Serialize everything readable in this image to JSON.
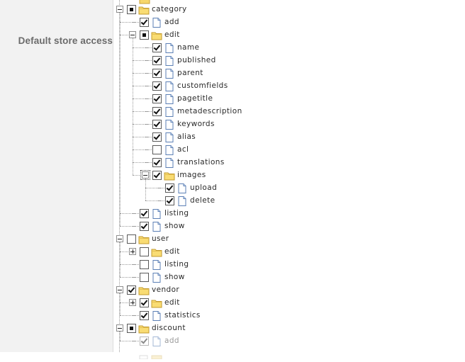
{
  "sidebar": {
    "label": "Default store access"
  },
  "tree": [
    {
      "label": "category",
      "type": "folder",
      "level": 0,
      "state": "partial",
      "expander": "minus"
    },
    {
      "label": "add",
      "type": "file",
      "level": 1,
      "state": "checked"
    },
    {
      "label": "edit",
      "type": "folder",
      "level": 1,
      "state": "partial",
      "expander": "minus"
    },
    {
      "label": "name",
      "type": "file",
      "level": 2,
      "state": "checked"
    },
    {
      "label": "published",
      "type": "file",
      "level": 2,
      "state": "checked"
    },
    {
      "label": "parent",
      "type": "file",
      "level": 2,
      "state": "checked"
    },
    {
      "label": "customfields",
      "type": "file",
      "level": 2,
      "state": "checked"
    },
    {
      "label": "pagetitle",
      "type": "file",
      "level": 2,
      "state": "checked"
    },
    {
      "label": "metadescription",
      "type": "file",
      "level": 2,
      "state": "checked"
    },
    {
      "label": "keywords",
      "type": "file",
      "level": 2,
      "state": "checked"
    },
    {
      "label": "alias",
      "type": "file",
      "level": 2,
      "state": "checked"
    },
    {
      "label": "acl",
      "type": "file",
      "level": 2,
      "state": "unchecked"
    },
    {
      "label": "translations",
      "type": "file",
      "level": 2,
      "state": "checked"
    },
    {
      "label": "images",
      "type": "folder",
      "level": 2,
      "state": "checked",
      "expander": "minus",
      "focused": true
    },
    {
      "label": "upload",
      "type": "file",
      "level": 3,
      "state": "checked"
    },
    {
      "label": "delete",
      "type": "file",
      "level": 3,
      "state": "checked"
    },
    {
      "label": "listing",
      "type": "file",
      "level": 1,
      "state": "checked"
    },
    {
      "label": "show",
      "type": "file",
      "level": 1,
      "state": "checked"
    },
    {
      "label": "user",
      "type": "folder",
      "level": 0,
      "state": "unchecked",
      "expander": "minus"
    },
    {
      "label": "edit",
      "type": "folder",
      "level": 1,
      "state": "unchecked",
      "expander": "plus"
    },
    {
      "label": "listing",
      "type": "file",
      "level": 1,
      "state": "unchecked"
    },
    {
      "label": "show",
      "type": "file",
      "level": 1,
      "state": "unchecked"
    },
    {
      "label": "vendor",
      "type": "folder",
      "level": 0,
      "state": "checked",
      "expander": "minus"
    },
    {
      "label": "edit",
      "type": "folder",
      "level": 1,
      "state": "checked",
      "expander": "plus"
    },
    {
      "label": "statistics",
      "type": "file",
      "level": 1,
      "state": "checked"
    },
    {
      "label": "discount",
      "type": "folder",
      "level": 0,
      "state": "partial",
      "expander": "minus"
    },
    {
      "label": "add",
      "type": "file",
      "level": 1,
      "state": "checked",
      "dim": true
    }
  ]
}
